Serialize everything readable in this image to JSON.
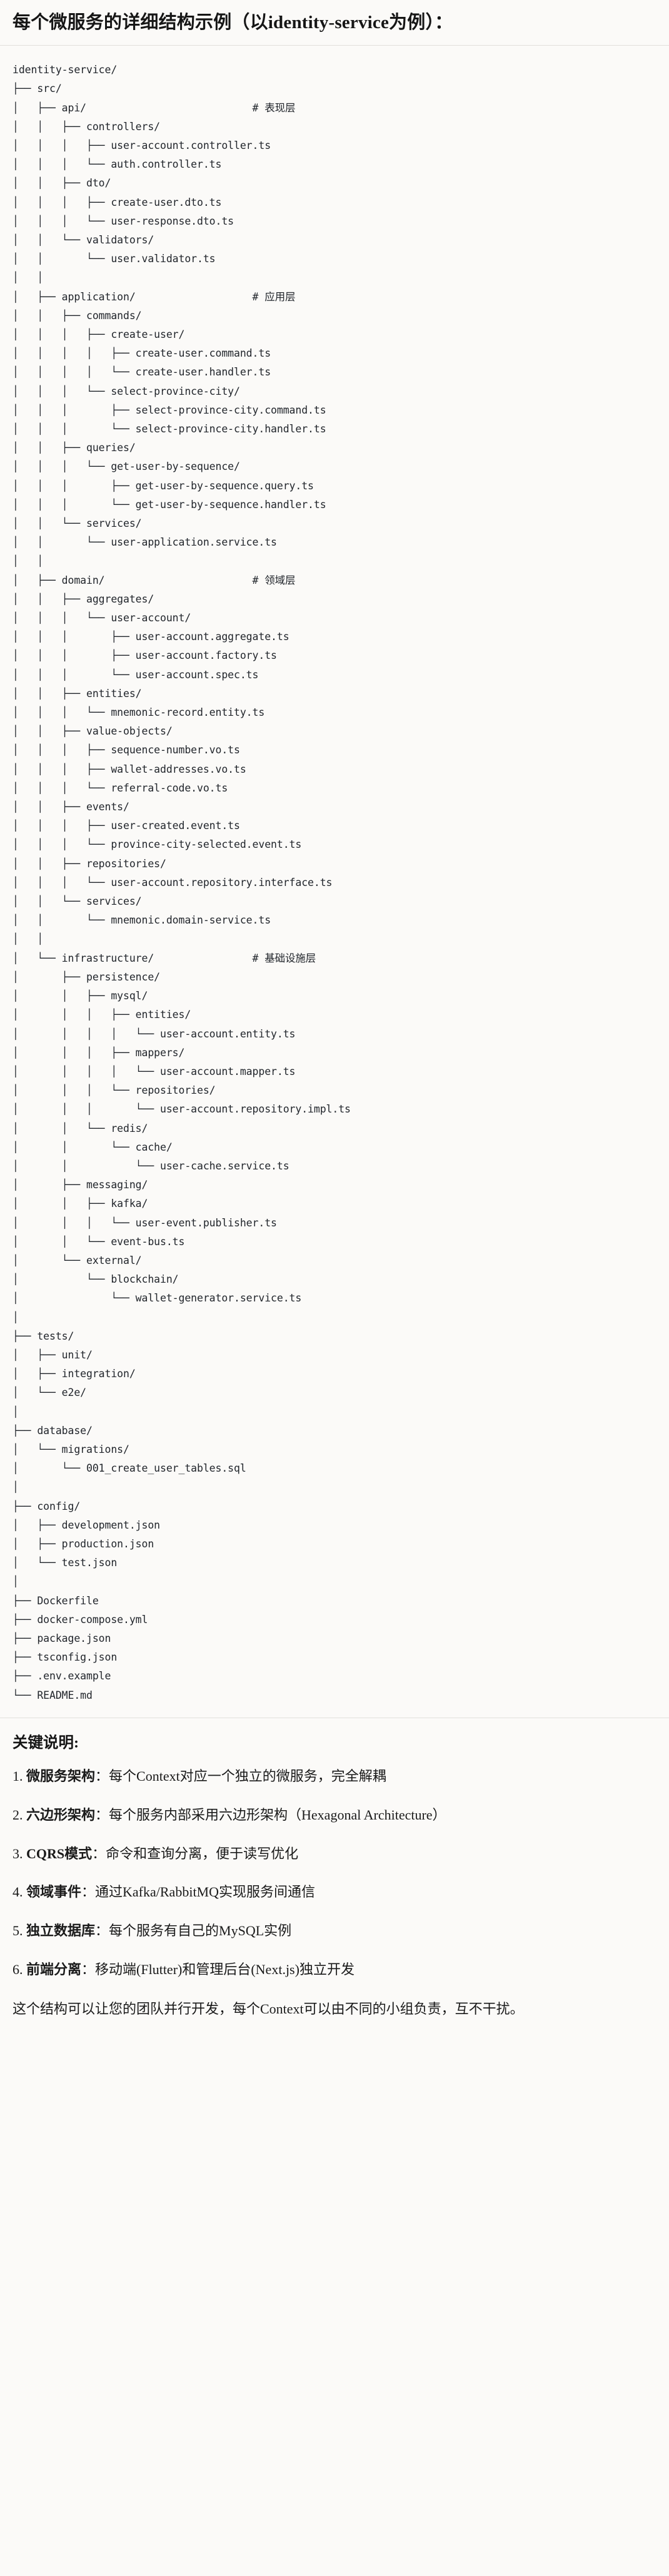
{
  "heading": "每个微服务的详细结构示例（以identity-service为例）：",
  "tree": {
    "root": "identity-service/",
    "lines": [
      "identity-service/",
      "├── src/",
      "│   ├── api/                           # 表现层",
      "│   │   ├── controllers/",
      "│   │   │   ├── user-account.controller.ts",
      "│   │   │   └── auth.controller.ts",
      "│   │   ├── dto/",
      "│   │   │   ├── create-user.dto.ts",
      "│   │   │   └── user-response.dto.ts",
      "│   │   └── validators/",
      "│   │       └── user.validator.ts",
      "│   │",
      "│   ├── application/                   # 应用层",
      "│   │   ├── commands/",
      "│   │   │   ├── create-user/",
      "│   │   │   │   ├── create-user.command.ts",
      "│   │   │   │   └── create-user.handler.ts",
      "│   │   │   └── select-province-city/",
      "│   │   │       ├── select-province-city.command.ts",
      "│   │   │       └── select-province-city.handler.ts",
      "│   │   ├── queries/",
      "│   │   │   └── get-user-by-sequence/",
      "│   │   │       ├── get-user-by-sequence.query.ts",
      "│   │   │       └── get-user-by-sequence.handler.ts",
      "│   │   └── services/",
      "│   │       └── user-application.service.ts",
      "│   │",
      "│   ├── domain/                        # 领域层",
      "│   │   ├── aggregates/",
      "│   │   │   └── user-account/",
      "│   │   │       ├── user-account.aggregate.ts",
      "│   │   │       ├── user-account.factory.ts",
      "│   │   │       └── user-account.spec.ts",
      "│   │   ├── entities/",
      "│   │   │   └── mnemonic-record.entity.ts",
      "│   │   ├── value-objects/",
      "│   │   │   ├── sequence-number.vo.ts",
      "│   │   │   ├── wallet-addresses.vo.ts",
      "│   │   │   └── referral-code.vo.ts",
      "│   │   ├── events/",
      "│   │   │   ├── user-created.event.ts",
      "│   │   │   └── province-city-selected.event.ts",
      "│   │   ├── repositories/",
      "│   │   │   └── user-account.repository.interface.ts",
      "│   │   └── services/",
      "│   │       └── mnemonic.domain-service.ts",
      "│   │",
      "│   └── infrastructure/                # 基础设施层",
      "│       ├── persistence/",
      "│       │   ├── mysql/",
      "│       │   │   ├── entities/",
      "│       │   │   │   └── user-account.entity.ts",
      "│       │   │   ├── mappers/",
      "│       │   │   │   └── user-account.mapper.ts",
      "│       │   │   └── repositories/",
      "│       │   │       └── user-account.repository.impl.ts",
      "│       │   └── redis/",
      "│       │       └── cache/",
      "│       │           └── user-cache.service.ts",
      "│       ├── messaging/",
      "│       │   ├── kafka/",
      "│       │   │   └── user-event.publisher.ts",
      "│       │   └── event-bus.ts",
      "│       └── external/",
      "│           └── blockchain/",
      "│               └── wallet-generator.service.ts",
      "│",
      "├── tests/",
      "│   ├── unit/",
      "│   ├── integration/",
      "│   └── e2e/",
      "│",
      "├── database/",
      "│   └── migrations/",
      "│       └── 001_create_user_tables.sql",
      "│",
      "├── config/",
      "│   ├── development.json",
      "│   ├── production.json",
      "│   └── test.json",
      "│",
      "├── Dockerfile",
      "├── docker-compose.yml",
      "├── package.json",
      "├── tsconfig.json",
      "├── .env.example",
      "└── README.md"
    ],
    "layer_comments": [
      {
        "path": "api/",
        "comment": "# 表现层"
      },
      {
        "path": "application/",
        "comment": "# 应用层"
      },
      {
        "path": "domain/",
        "comment": "# 领域层"
      },
      {
        "path": "infrastructure/",
        "comment": "# 基础设施层"
      }
    ]
  },
  "notes": {
    "title": "关键说明:",
    "items": [
      {
        "term": "微服务架构",
        "sep": "：",
        "desc": "每个Context对应一个独立的微服务，完全解耦"
      },
      {
        "term": "六边形架构",
        "sep": "：",
        "desc": "每个服务内部采用六边形架构（Hexagonal Architecture）"
      },
      {
        "term": "CQRS模式",
        "sep": "：",
        "desc": "命令和查询分离，便于读写优化"
      },
      {
        "term": "领域事件",
        "sep": "：",
        "desc": "通过Kafka/RabbitMQ实现服务间通信"
      },
      {
        "term": "独立数据库",
        "sep": "：",
        "desc": "每个服务有自己的MySQL实例"
      },
      {
        "term": "前端分离",
        "sep": "：",
        "desc": "移动端(Flutter)和管理后台(Next.js)独立开发"
      }
    ],
    "closing": "这个结构可以让您的团队并行开发，每个Context可以由不同的小组负责，互不干扰。"
  }
}
